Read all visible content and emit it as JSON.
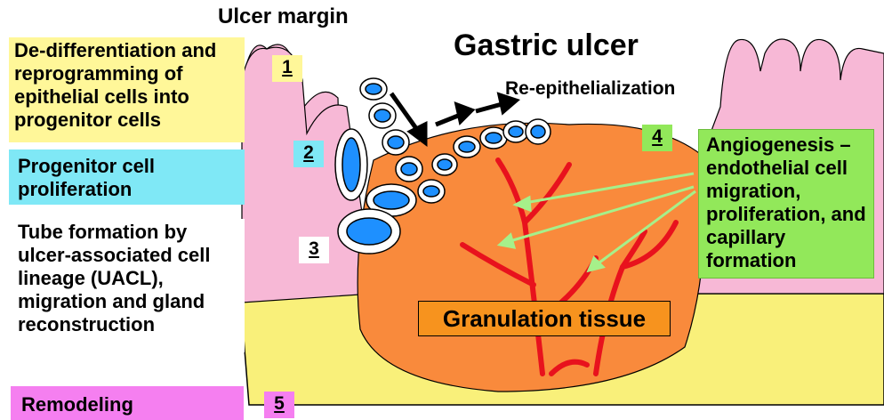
{
  "labels": {
    "ulcer_margin": "Ulcer margin",
    "gastric_ulcer": "Gastric ulcer",
    "reepithelialization": "Re-epithelialization",
    "granulation_tissue": "Granulation tissue"
  },
  "steps": [
    {
      "number": "1",
      "text": "De-differentiation and reprogramming of epithelial cells into progenitor cells",
      "color": "#fff799"
    },
    {
      "number": "2",
      "text": "Progenitor cell proliferation",
      "color": "#7fe8f6"
    },
    {
      "number": "3",
      "text": "Tube formation by ulcer-associated cell lineage (UACL), migration and gland reconstruction",
      "color": "#ffffff"
    },
    {
      "number": "4",
      "text": "Angiogenesis – endothelial cell migration, proliferation, and capillary formation",
      "color": "#92e85a"
    },
    {
      "number": "5",
      "text": "Remodeling",
      "color": "#f57ff0"
    }
  ],
  "colors": {
    "mucosa": "#f7b8d6",
    "submucosa": "#f9f07a",
    "granulation": "#f98a3c",
    "granulation_label_bg": "#f7931e",
    "vessels": "#e8121d",
    "cells": "#1e90ff",
    "angiogenesis_arrows": "#a6f08a"
  }
}
